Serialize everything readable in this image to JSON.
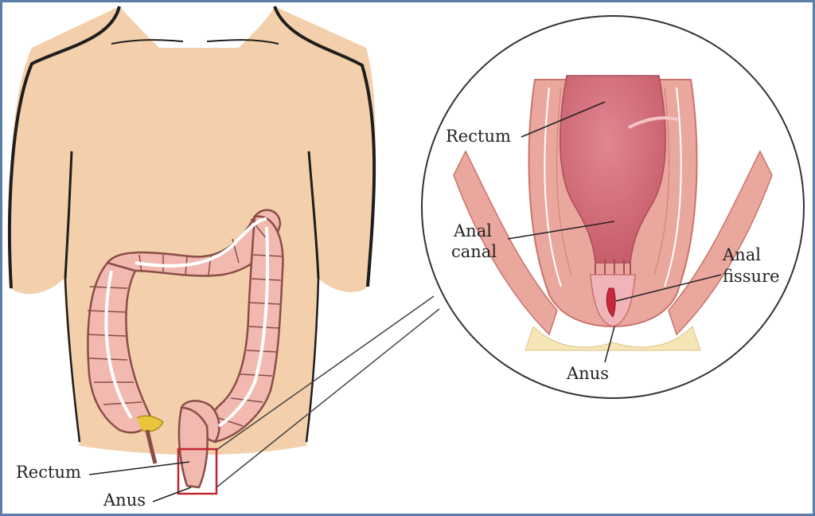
{
  "labels": {
    "torso_rectum": "Rectum",
    "torso_anus": "Anus",
    "detail_rectum": "Rectum",
    "detail_anal_canal_1": "Anal",
    "detail_anal_canal_2": "canal",
    "detail_anal_fissure_1": "Anal",
    "detail_anal_fissure_2": "fissure",
    "detail_anus": "Anus"
  },
  "colors": {
    "frame": "#5b7fa8",
    "skin": "#f3d0ab",
    "skin_outline": "#1e1e1e",
    "colon_fill": "#f2b9b0",
    "colon_outline": "#8a4d48",
    "rectum_inner": "#d9707a",
    "muscle": "#eaa79e",
    "fat": "#f7e6b5",
    "fissure": "#c8283a",
    "highlight_box": "#c0262e",
    "appendix": "#e8c53a"
  },
  "icons": {
    "torso": "human-torso-illustration",
    "colon": "large-intestine-illustration",
    "magnifier": "magnified-anorectal-region-circle"
  }
}
